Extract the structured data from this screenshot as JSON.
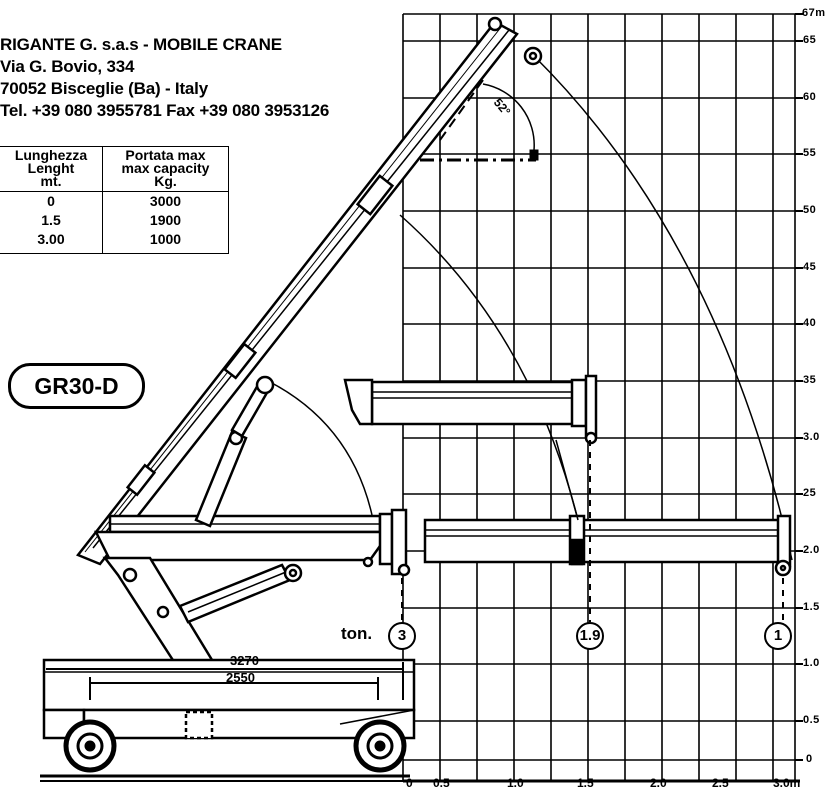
{
  "company": {
    "name": "RIGANTE G. s.a.s - MOBILE CRANE",
    "street": "Via G. Bovio, 334",
    "city": "70052 Bisceglie (Ba) - Italy",
    "contact": "Tel. +39 080 3955781 Fax +39 080 3953126"
  },
  "spec_table": {
    "col1": [
      "Lunghezza",
      "Lenght",
      "mt."
    ],
    "col2": [
      "Portata max",
      "max capacity",
      "Kg."
    ],
    "rows": [
      {
        "length": "0",
        "capacity": "3000"
      },
      {
        "length": "1.5",
        "capacity": "1900"
      },
      {
        "length": "3.00",
        "capacity": "1000"
      }
    ]
  },
  "model": "GR30-D",
  "y_ticks": [
    "67m",
    "65",
    "60",
    "55",
    "50",
    "45",
    "40",
    "35",
    "3.0",
    "25",
    "2.0",
    "1.5",
    "1.0",
    "0.5",
    "0"
  ],
  "x_ticks": [
    "0",
    "0.5",
    "1.0",
    "1.5",
    "2.0",
    "2.5",
    "3.0m"
  ],
  "load_label": "ton.",
  "load_values": [
    "3",
    "1.9",
    "1"
  ],
  "dims": {
    "outer": "3270",
    "inner": "2550"
  },
  "angle": "52°"
}
